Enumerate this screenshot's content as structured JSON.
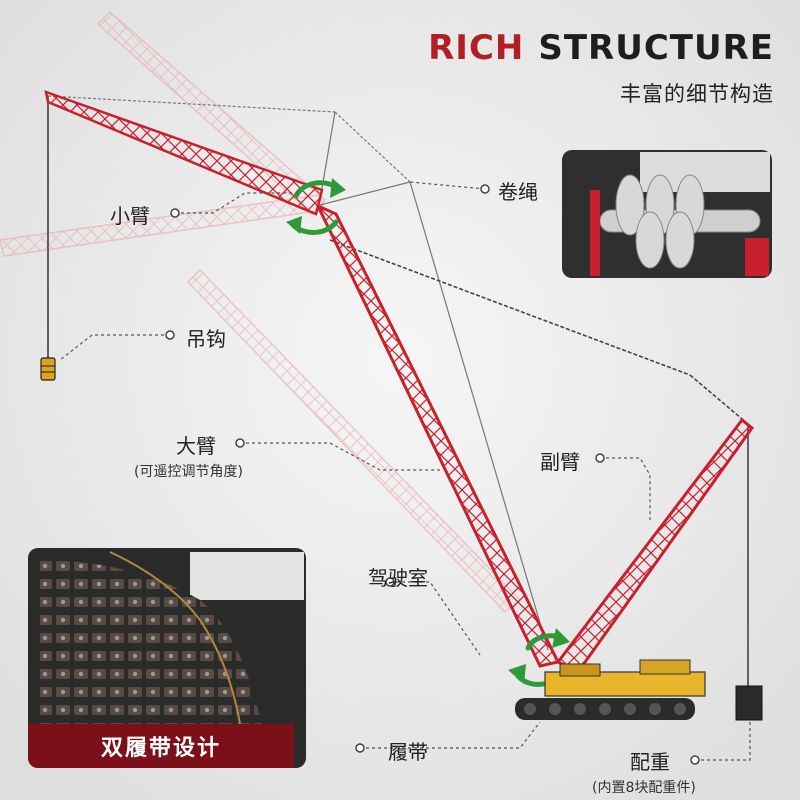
{
  "header": {
    "title_word1": "RICH",
    "title_word2": "STRUCTURE",
    "subtitle": "丰富的细节构造"
  },
  "labels": {
    "xiaobi": "小臂",
    "diaogou": "吊钩",
    "dabi": "大臂",
    "dabi_note": "(可遥控调节角度)",
    "juansheng": "卷绳",
    "fubi": "副臂",
    "jiashishi": "驾驶室",
    "lvdai": "履带",
    "peizhong": "配重",
    "peizhong_note": "(内置8块配重件)"
  },
  "inset_caption": "双履带设计",
  "colors": {
    "accent_red": "#b01e26",
    "boom_red": "#c8202c",
    "caption_bg": "#7b1019",
    "arrow_green": "#2e9a3a",
    "body_yellow": "#e9b52a"
  }
}
